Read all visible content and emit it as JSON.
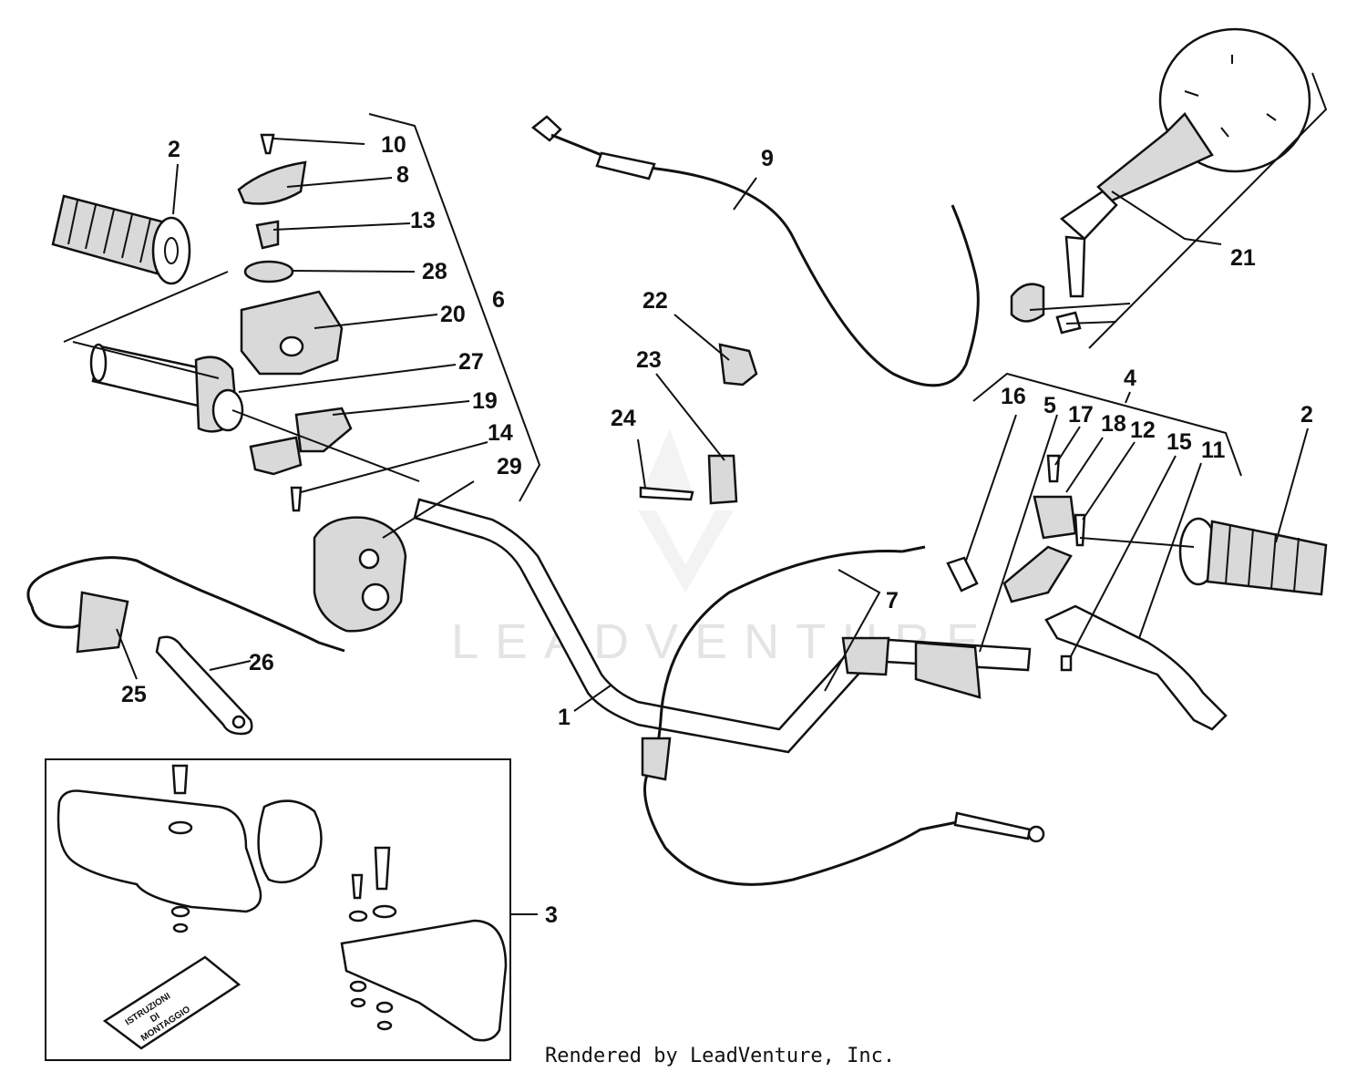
{
  "labels": [
    "1",
    "2",
    "3",
    "4",
    "5",
    "6",
    "7",
    "8",
    "9",
    "10",
    "11",
    "12",
    "13",
    "14",
    "15",
    "16",
    "17",
    "18",
    "19",
    "20",
    "21",
    "22",
    "23",
    "24",
    "25",
    "26",
    "27",
    "28",
    "29"
  ],
  "watermark": "LEADVENTURE",
  "footer": "Rendered by LeadVenture, Inc.",
  "kit_booklet": [
    "ISTRUZIONI",
    "DI",
    "MONTAGGIO"
  ]
}
